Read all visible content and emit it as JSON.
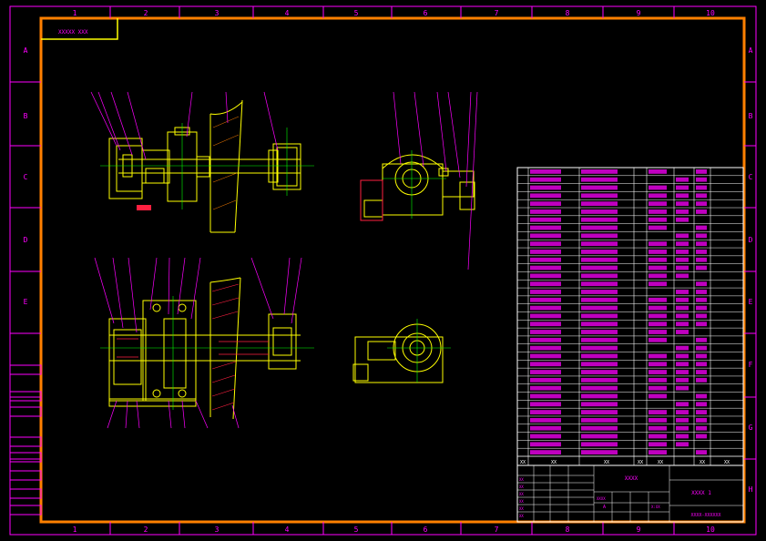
{
  "drawing": {
    "stamp_label": "XXXXX XXX",
    "title": "XXXX",
    "part_name": "XXXX 1",
    "drawing_number": "XXXX-XXXXXX",
    "sheet_info_a": "XXXX",
    "sheet_info_b": "X:XX",
    "stage_label": "A"
  },
  "frame": {
    "col_labels": [
      "1",
      "2",
      "3",
      "4",
      "5",
      "6",
      "7",
      "8",
      "9",
      "10"
    ],
    "row_labels": [
      "A",
      "B",
      "C",
      "D",
      "E",
      "F",
      "G",
      "H"
    ]
  },
  "bom_header": [
    "XX",
    "XX",
    "XX",
    "XX",
    "XX",
    "XX",
    "XX"
  ],
  "colors": {
    "border": "#ff8000",
    "outline": "#ffff00",
    "leader": "#ff00ff",
    "centerline": "#00ff00",
    "hatch": "#ff2040",
    "table_line": "#ffffff"
  }
}
